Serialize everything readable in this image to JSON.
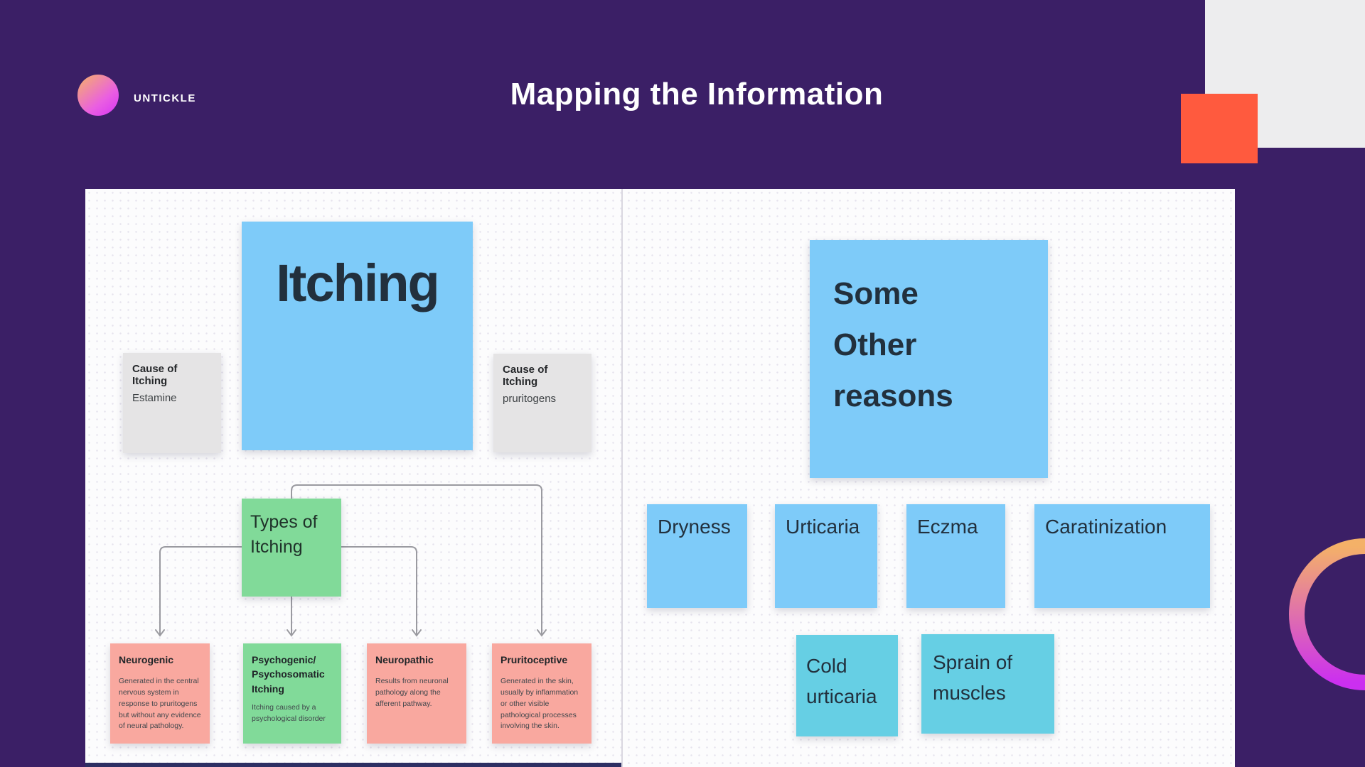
{
  "header": {
    "brand": "UNTICKLE",
    "title": "Mapping the Information"
  },
  "canvas": {
    "left": {
      "root_label": "Itching",
      "causes": [
        {
          "title": "Cause of Itching",
          "body": "Estamine"
        },
        {
          "title": "Cause of Itching",
          "body": "pruritogens"
        }
      ],
      "hub_label": "Types of Itching",
      "types": [
        {
          "title": "Neurogenic",
          "body": "Generated in the central nervous system in response to pruritogens but without any evidence of neural pathology.",
          "color": "salmon"
        },
        {
          "title": "Psychogenic/ Psychosomatic Itching",
          "body": "Itching caused by a psychological disorder",
          "color": "green"
        },
        {
          "title": "Neuropathic",
          "body": "Results from neuronal pathology along the afferent pathway.",
          "color": "salmon"
        },
        {
          "title": "Pruritoceptive",
          "body": "Generated in the skin, usually by inflammation or other visible pathological processes involving the skin.",
          "color": "salmon"
        }
      ]
    },
    "right": {
      "root_lines": [
        "Some",
        "Other",
        "reasons"
      ],
      "reasons": [
        "Dryness",
        "Urticaria",
        "Eczma",
        "Caratinization"
      ],
      "extra": [
        "Cold urticaria",
        "Sprain of muscles"
      ]
    }
  },
  "theme": {
    "bg": "#3b1f66",
    "blue": "#7ecbf9",
    "green": "#81da99",
    "salmon": "#f9a89f",
    "gray": "#e5e4e5",
    "cyan": "#66cfe4",
    "orange": "#ff5a3e",
    "corner-gray": "#ededee",
    "ink": "#22303d"
  }
}
